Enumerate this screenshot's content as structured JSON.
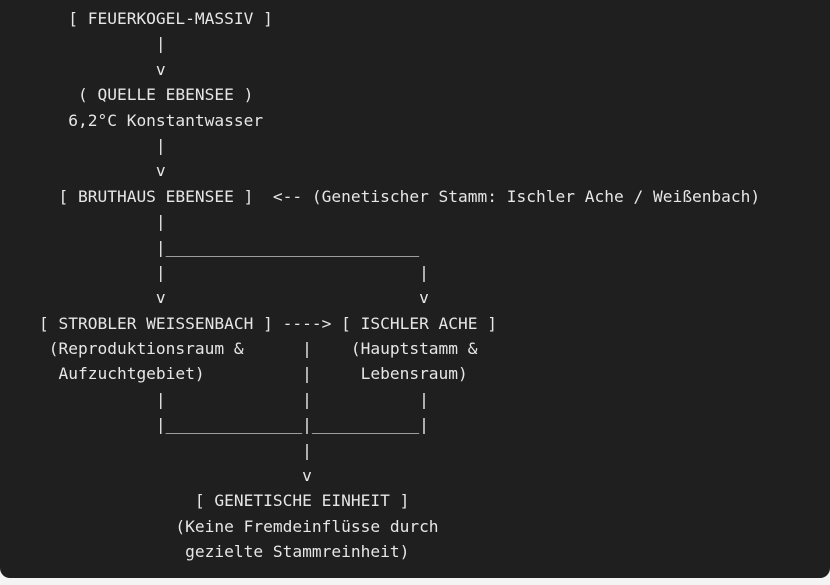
{
  "diagram_lines": [
    "       [ FEUERKOGEL-MASSIV ]",
    "                |",
    "                v",
    "        ( QUELLE EBENSEE )",
    "       6,2°C Konstantwasser",
    "                |",
    "                v",
    "      [ BRUTHAUS EBENSEE ]  <-- (Genetischer Stamm: Ischler Ache / Weißenbach)",
    "                |",
    "                |__________________________",
    "                |                          |",
    "                v                          v",
    "    [ STROBLER WEISSENBACH ] ----> [ ISCHLER ACHE ]",
    "     (Reproduktionsraum &      |    (Hauptstamm &",
    "      Aufzuchtgebiet)          |     Lebensraum)",
    "                |              |           |",
    "                |______________|___________|",
    "                               |",
    "                               v",
    "                    [ GENETISCHE EINHEIT ]",
    "                  (Keine Fremdeinflüsse durch",
    "                   gezielte Stammreinheit)"
  ]
}
